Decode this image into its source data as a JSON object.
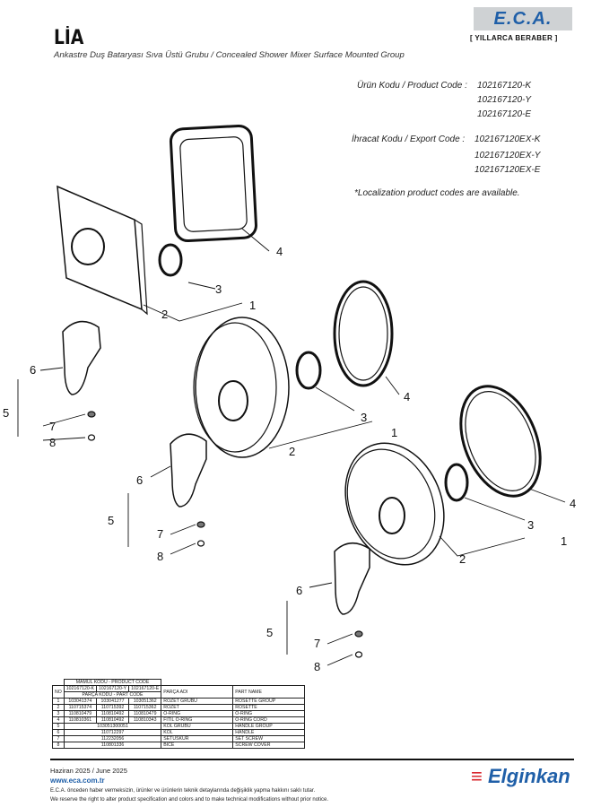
{
  "header": {
    "brand": "E.C.A.",
    "tagline": "[ YILLARCA BERABER ]",
    "title": "LİA",
    "subtitle": "Ankastre Duş Bataryası Sıva Üstü Grubu / Concealed Shower Mixer Surface Mounted Group"
  },
  "codes": {
    "product_label": "Ürün Kodu / Product Code :",
    "product_codes": [
      "102167120-K",
      "102167120-Y",
      "102167120-E"
    ],
    "export_label": "İhracat Kodu / Export Code :",
    "export_codes": [
      "102167120EX-K",
      "102167120EX-Y",
      "102167120EX-E"
    ],
    "note": "*Localization product codes are available."
  },
  "callouts": [
    "1",
    "2",
    "3",
    "4",
    "5",
    "6",
    "7",
    "8"
  ],
  "table": {
    "product_code_header": "MAMUL KODU - PRODUCT CODE",
    "no_header": "NO",
    "variants": [
      "102167120-K",
      "102167120-Y",
      "102167120-E"
    ],
    "part_code_header": "PARÇA KODU - PART CODE",
    "part_name_tr_header": "PARÇA ADI",
    "part_name_en_header": "PART NAME",
    "rows": [
      {
        "no": "1",
        "codes": [
          "103041374",
          "103041277",
          "103051362"
        ],
        "tr": "ROZET GRUBU",
        "en": "ROSETTE GROUP"
      },
      {
        "no": "2",
        "codes": [
          "110715374",
          "110715392",
          "110715362"
        ],
        "tr": "ROZET",
        "en": "ROSETTE"
      },
      {
        "no": "3",
        "codes": [
          "110810479",
          "110810492",
          "110810479"
        ],
        "tr": "O-RING",
        "en": "O-RING"
      },
      {
        "no": "4",
        "codes": [
          "110810361",
          "110810492",
          "110810343"
        ],
        "tr": "FİTİL O-RING",
        "en": "O-RING CORD"
      },
      {
        "no": "5",
        "codes": [
          "103051300051"
        ],
        "tr": "KOL GRUBU",
        "en": "HANDLE GROUP"
      },
      {
        "no": "6",
        "codes": [
          "110712297"
        ],
        "tr": "KOL",
        "en": "HANDLE"
      },
      {
        "no": "7",
        "codes": [
          "112232056"
        ],
        "tr": "SETUSKUR",
        "en": "SET SCREW"
      },
      {
        "no": "8",
        "codes": [
          "110801336"
        ],
        "tr": "BİCE",
        "en": "SCREW COVER"
      }
    ]
  },
  "footer": {
    "date": "Haziran 2025 / June 2025",
    "website": "www.eca.com.tr",
    "notice_tr": "E.C.A. önceden haber vermeksizin, ürünler ve ürünlerin teknik detaylarında değişiklik yapma hakkını saklı tutar.",
    "notice_en": "We reserve the right to alter product specification and colors and to make technical modifications without prior notice.",
    "partner": "Elginkan"
  }
}
